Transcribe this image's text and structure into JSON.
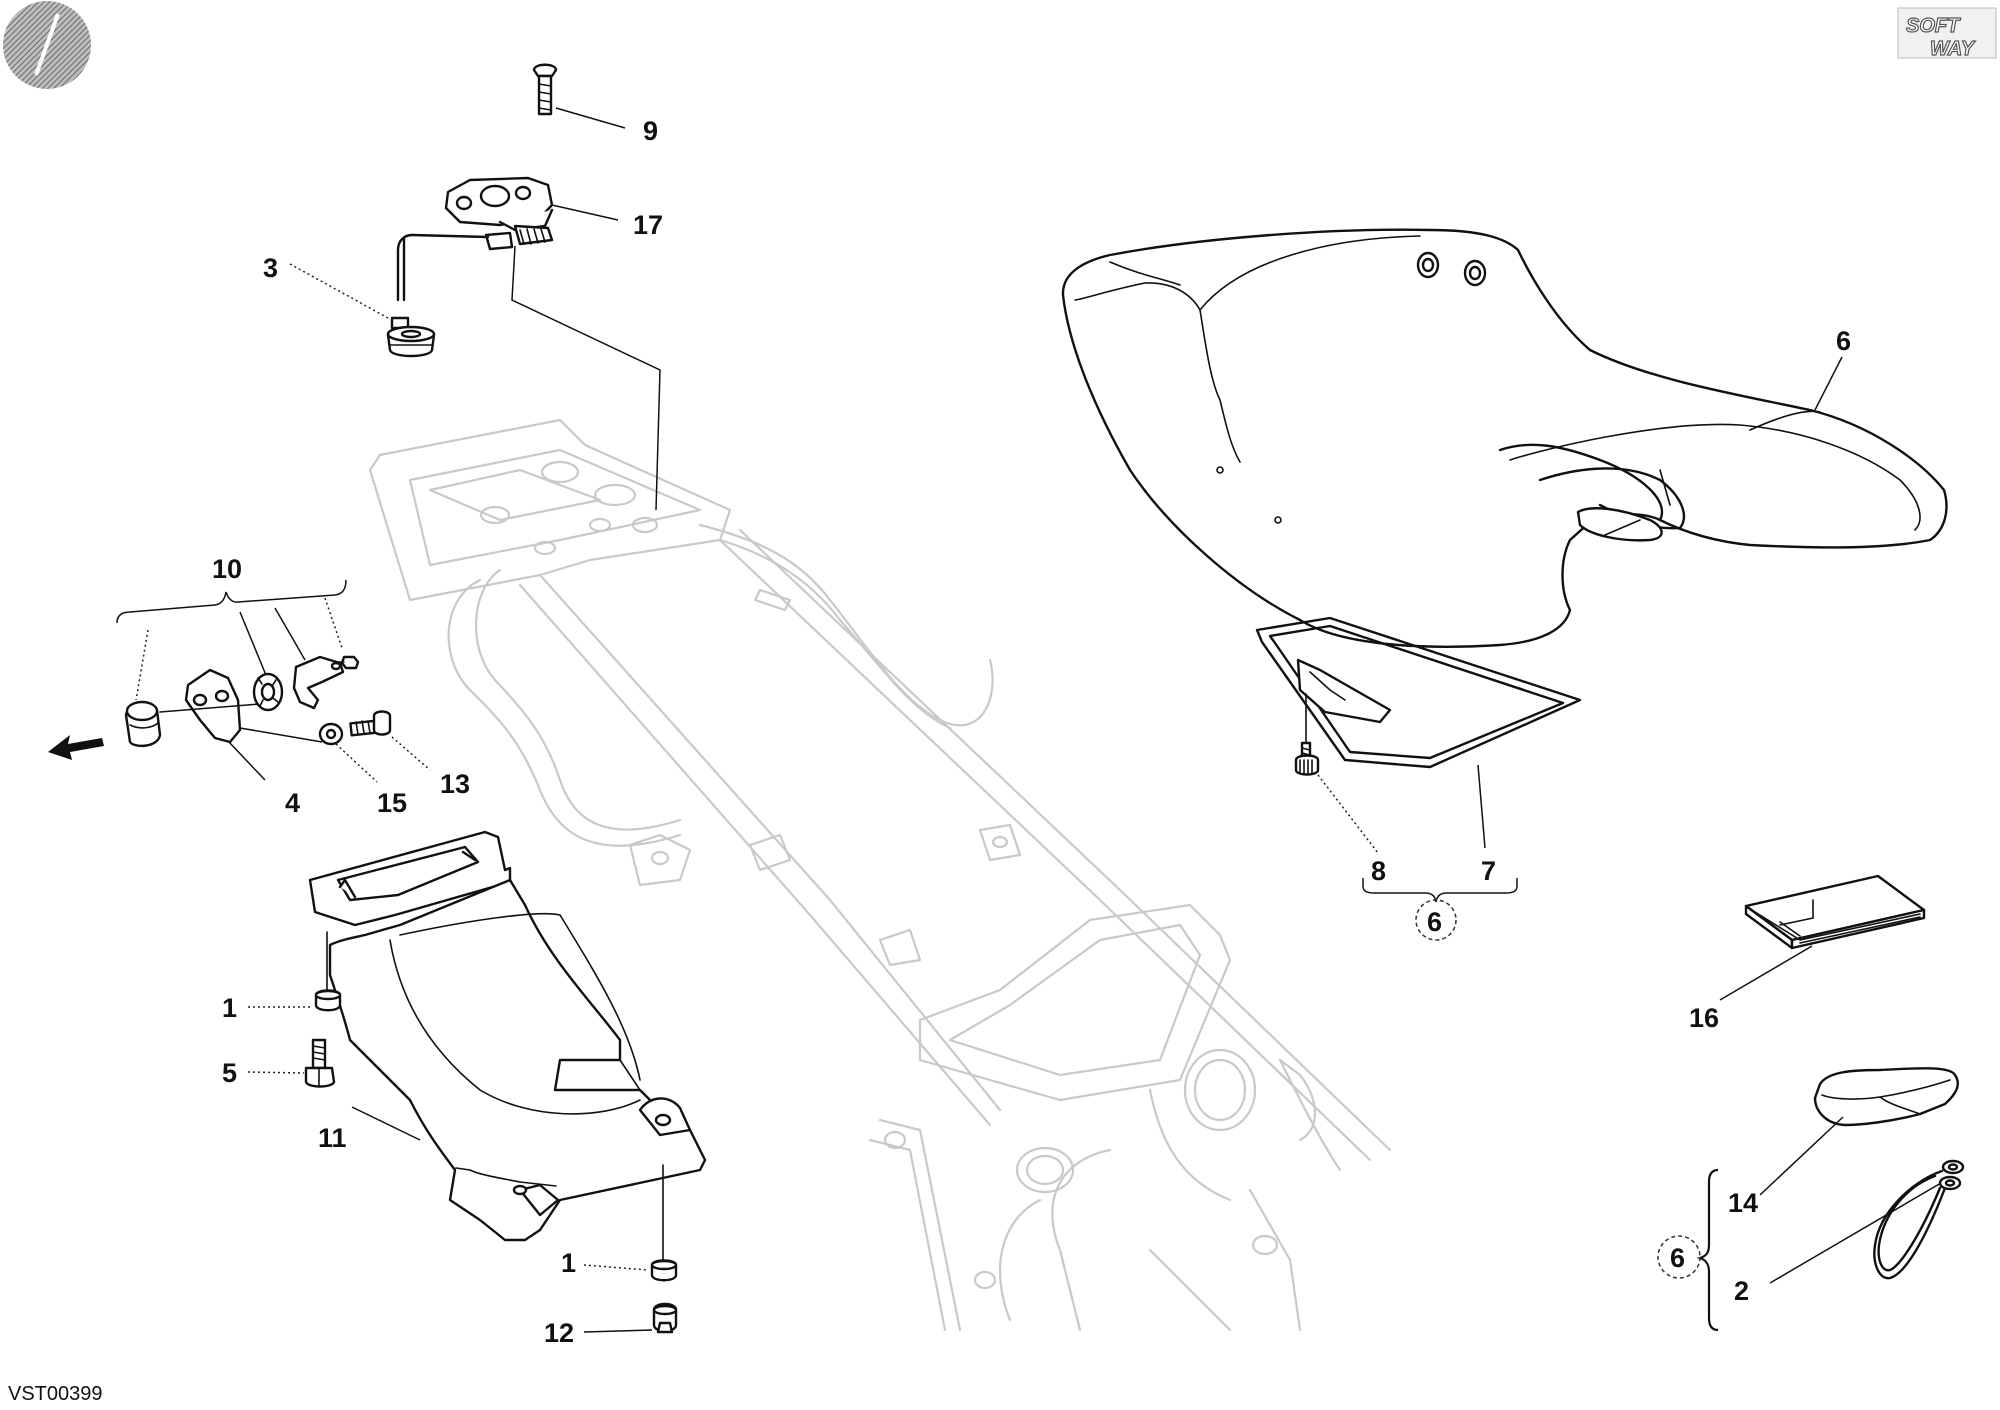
{
  "diagram": {
    "drawing_code": "VST00399",
    "brand_logo": [
      "SOFT",
      "WAY"
    ],
    "callouts": {
      "c9": "9",
      "c17": "17",
      "c3": "3",
      "c6_seat": "6",
      "c10": "10",
      "c4": "4",
      "c15": "15",
      "c13": "13",
      "c1_top": "1",
      "c5": "5",
      "c11": "11",
      "c1_bottom": "1",
      "c12": "12",
      "c8": "8",
      "c7": "7",
      "c6_circle_kit": "6",
      "c16": "16",
      "c14": "14",
      "c2": "2",
      "c6_circle_bottom": "6"
    },
    "icons": [
      "round-logo-icon",
      "direction-arrow-icon"
    ]
  }
}
